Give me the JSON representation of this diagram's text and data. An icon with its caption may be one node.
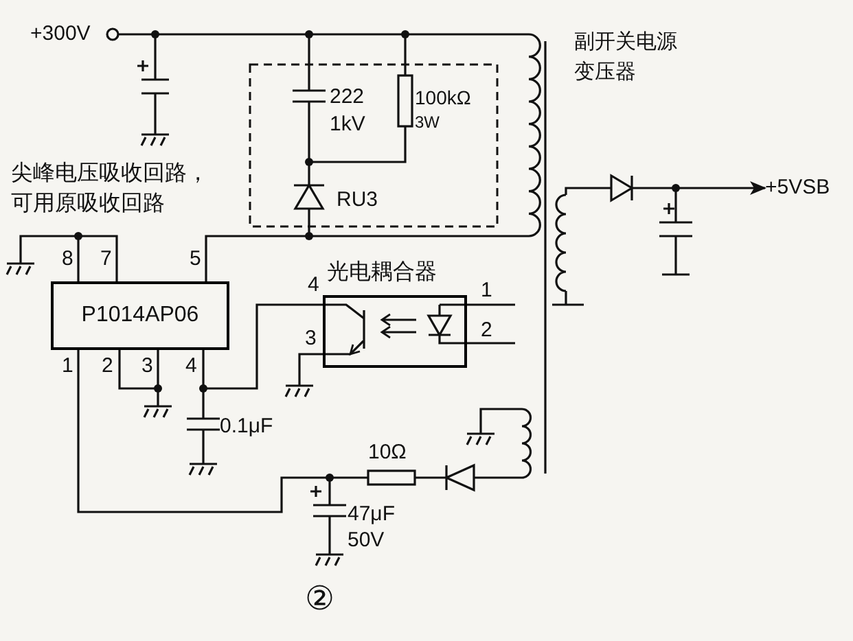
{
  "diagram": {
    "nodes": [
      {
        "text": [
          "P1014AP06"
        ],
        "beside": [
          "8",
          "7",
          "5",
          "1",
          "2",
          "3",
          "4"
        ]
      },
      {
        "text": [
          "光电耦合器"
        ],
        "beside": [
          "4",
          "1",
          "3",
          "2"
        ]
      },
      {
        "text": [
          "+5VSB"
        ]
      }
    ],
    "edges": [
      {
        "from": 0,
        "to": 1,
        "arrow": "none"
      },
      {
        "from": null,
        "to": 2,
        "arrow": "to"
      }
    ],
    "labels": [
      "+300V",
      "222",
      "1kV",
      "100kΩ",
      "3W",
      "RU3",
      "副开关电源变压器",
      "尖峰电压吸收回路，可用原吸收回路",
      "0.1μF",
      "10Ω",
      "47μF",
      "50V",
      "②"
    ]
  }
}
